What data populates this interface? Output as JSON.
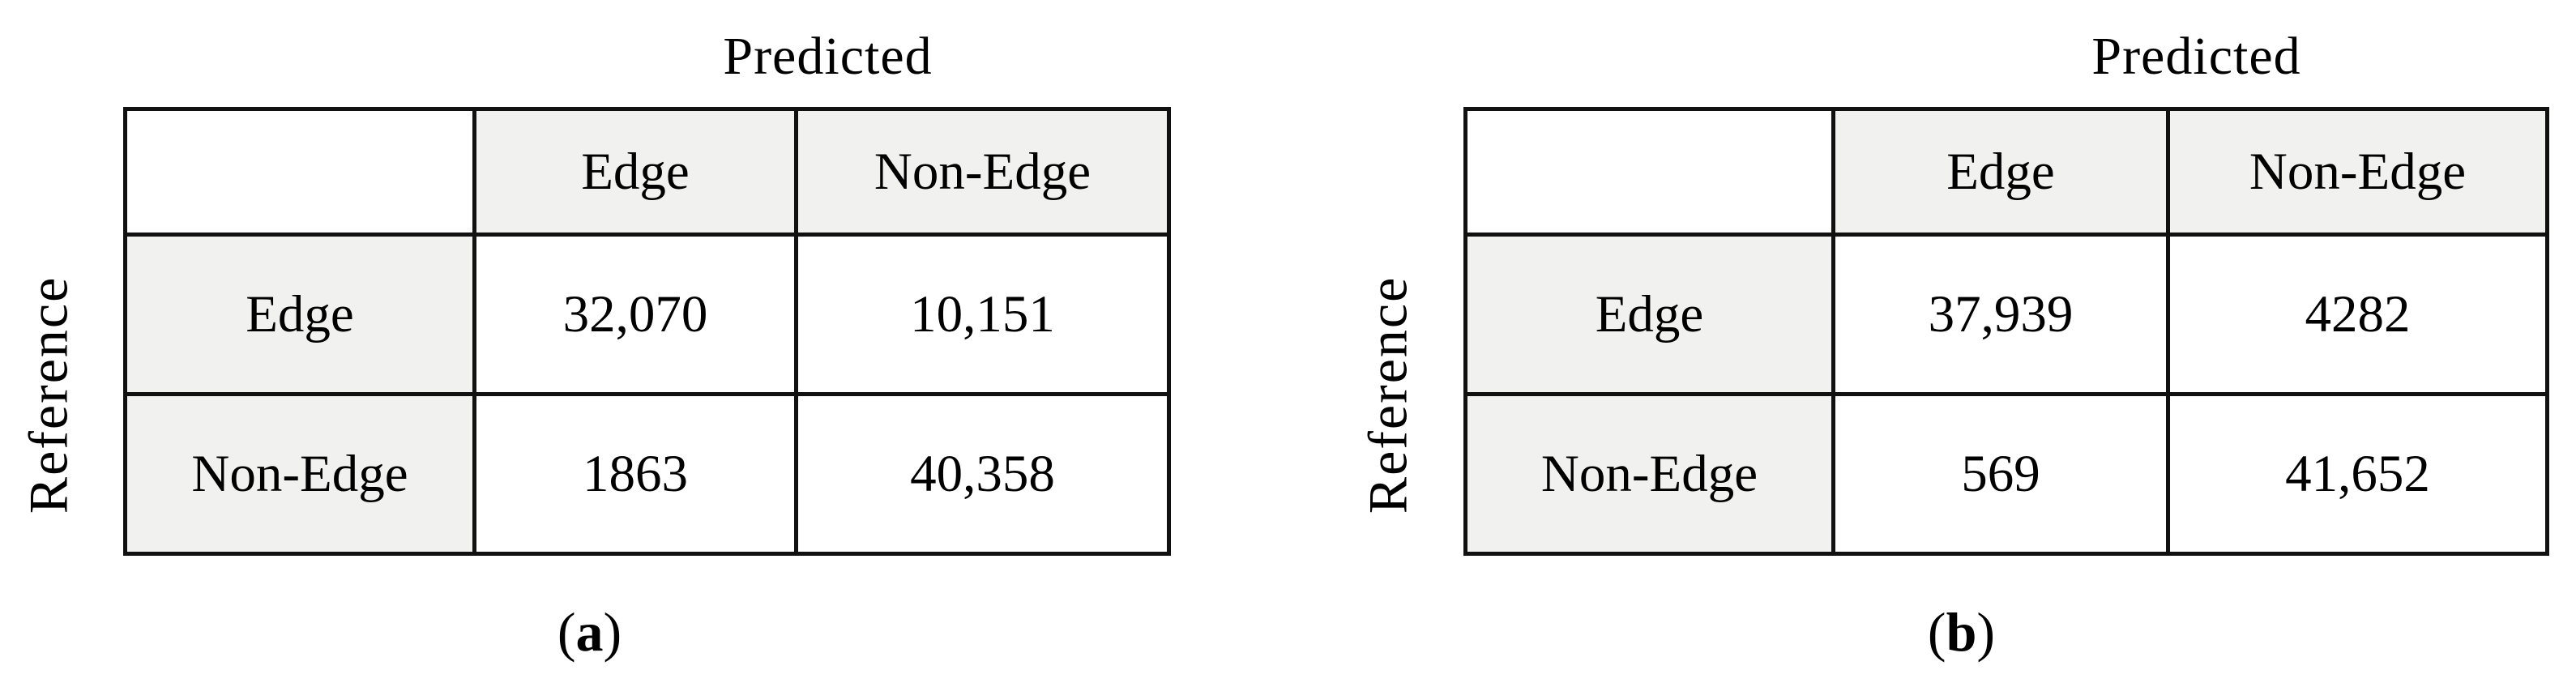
{
  "figure": {
    "panels": [
      {
        "predicted_label": "Predicted",
        "reference_label": "Reference",
        "col_headers": [
          "Edge",
          "Non-Edge"
        ],
        "row_headers": [
          "Edge",
          "Non-Edge"
        ],
        "cells": [
          [
            "32,070",
            "10,151"
          ],
          [
            "1863",
            "40,358"
          ]
        ],
        "caption_open": "(",
        "caption_letter": "a",
        "caption_close": ")"
      },
      {
        "predicted_label": "Predicted",
        "reference_label": "Reference",
        "col_headers": [
          "Edge",
          "Non-Edge"
        ],
        "row_headers": [
          "Edge",
          "Non-Edge"
        ],
        "cells": [
          [
            "37,939",
            "4282"
          ],
          [
            "569",
            "41,652"
          ]
        ],
        "caption_open": "(",
        "caption_letter": "b",
        "caption_close": ")"
      }
    ]
  },
  "chart_data": [
    {
      "type": "table",
      "caption": "(a)",
      "col_axis_label": "Predicted",
      "row_axis_label": "Reference",
      "columns": [
        "Edge",
        "Non-Edge"
      ],
      "rows": [
        "Edge",
        "Non-Edge"
      ],
      "values": [
        [
          32070,
          10151
        ],
        [
          1863,
          40358
        ]
      ]
    },
    {
      "type": "table",
      "caption": "(b)",
      "col_axis_label": "Predicted",
      "row_axis_label": "Reference",
      "columns": [
        "Edge",
        "Non-Edge"
      ],
      "rows": [
        "Edge",
        "Non-Edge"
      ],
      "values": [
        [
          37939,
          4282
        ],
        [
          569,
          41652
        ]
      ]
    }
  ],
  "colors": {
    "header_bg": "#f1f1f0",
    "border": "#111111",
    "text": "#000000",
    "background": "#ffffff"
  }
}
